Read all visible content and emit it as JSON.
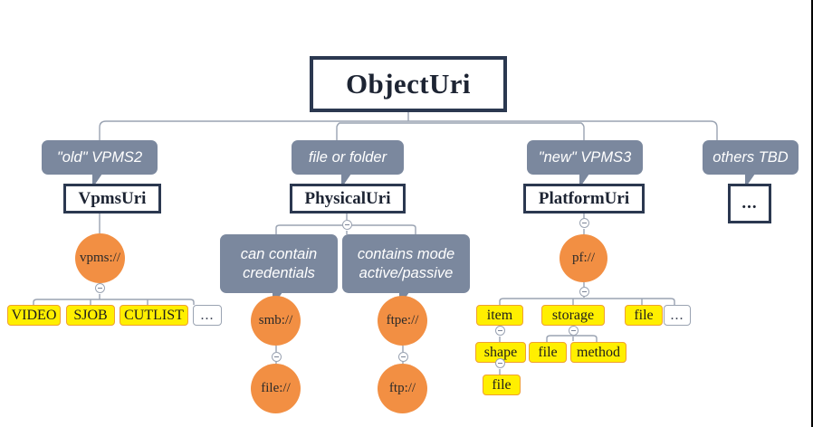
{
  "diagram": {
    "title": "ObjectUri",
    "type": "hierarchy-tree",
    "colors": {
      "class_border": "#2b3850",
      "callout_fill": "#7b889e",
      "scheme_circle": "#f28f43",
      "leaf_fill": "#ffef00",
      "leaf_border": "#f0a030",
      "connector": "#9aa3b2",
      "canvas": "#ffffff"
    },
    "root": {
      "label": "ObjectUri"
    },
    "branches": [
      {
        "id": "vpms",
        "callout": "\"old\" VPMS2",
        "class": "VpmsUri",
        "scheme": "vpms://",
        "leaves": [
          "VIDEO",
          "SJOB",
          "CUTLIST",
          "..."
        ]
      },
      {
        "id": "physical",
        "callout": "file or folder",
        "class": "PhysicalUri",
        "subcallouts": [
          {
            "text": "can contain\ncredentials",
            "scheme": "smb://",
            "child": "file://"
          },
          {
            "text": "contains mode\nactive/passive",
            "scheme": "ftpe://",
            "child": "ftp://"
          }
        ]
      },
      {
        "id": "platform",
        "callout": "\"new\" VPMS3",
        "class": "PlatformUri",
        "scheme": "pf://",
        "leaves": [
          "item",
          "storage",
          "file",
          "..."
        ],
        "nested": [
          {
            "parent": "item",
            "children": [
              "shape"
            ]
          },
          {
            "parent": "shape",
            "children": [
              "file"
            ]
          },
          {
            "parent": "storage",
            "children": [
              "file",
              "method"
            ]
          }
        ]
      },
      {
        "id": "others",
        "callout": "others TBD",
        "class": "..."
      }
    ]
  }
}
